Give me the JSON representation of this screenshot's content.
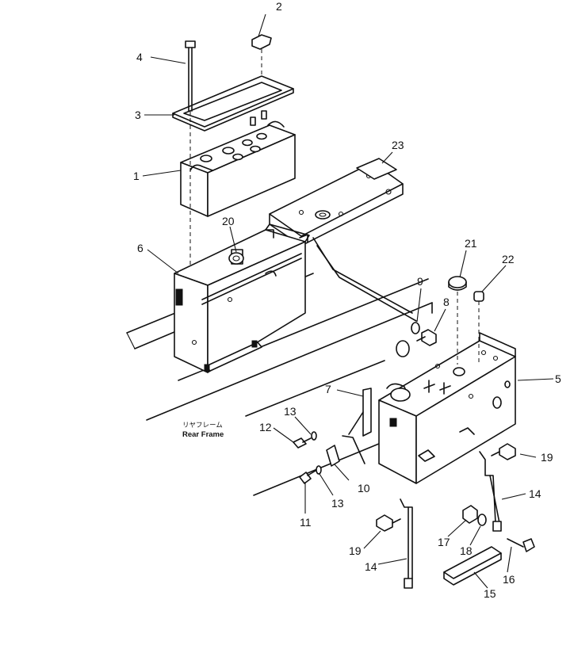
{
  "callouts": [
    "1",
    "2",
    "3",
    "4",
    "5",
    "6",
    "7",
    "8",
    "9",
    "10",
    "11",
    "12",
    "13",
    "13",
    "14",
    "14",
    "15",
    "16",
    "17",
    "18",
    "19",
    "19",
    "20",
    "21",
    "22",
    "23"
  ],
  "frame_label": {
    "japanese": "リヤフレーム",
    "english": "Rear Frame"
  }
}
